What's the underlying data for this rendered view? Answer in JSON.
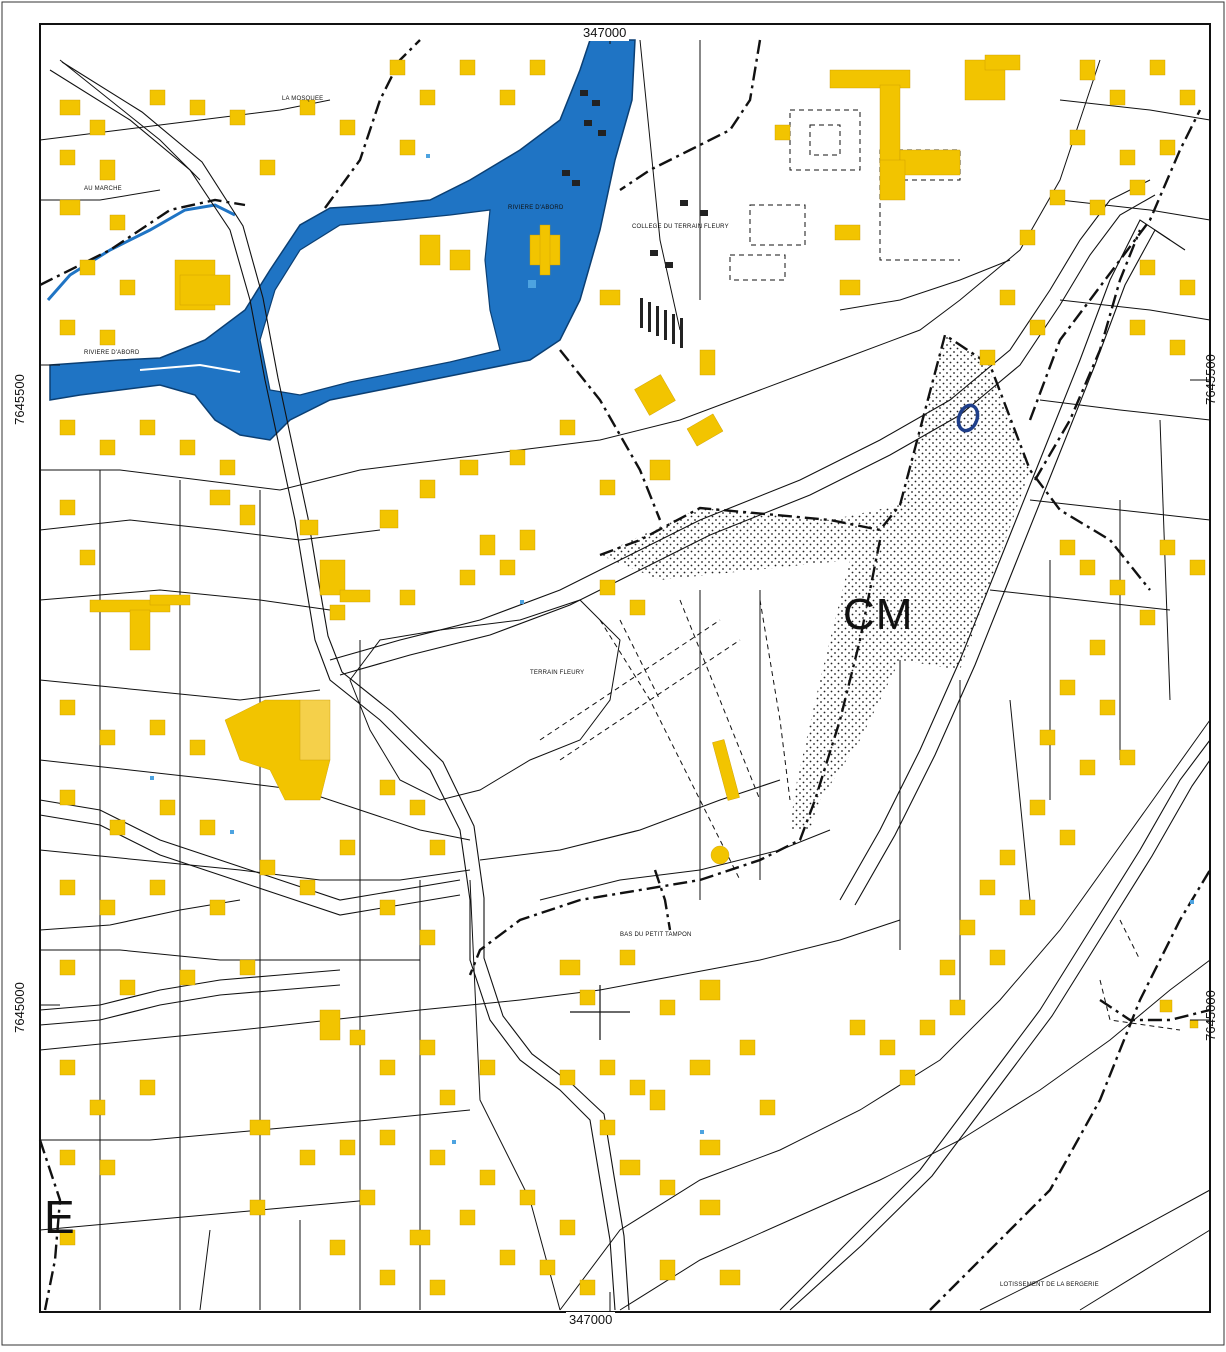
{
  "map": {
    "coordinates": {
      "top_x": "347000",
      "bottom_x": "347000",
      "left_y_upper": "7645500",
      "left_y_lower": "7645000",
      "right_y_upper": "7645500",
      "right_y_lower": "7645000"
    },
    "places": {
      "la_mosquee": "LA MOSQUEE",
      "au_marche": "AU MARCHE",
      "riviere_dabord_upper": "RIVIERE D'ABORD",
      "riviere_dabord_left": "RIVIERE D'ABORD",
      "college": "COLLEGE DU TERRAIN FLEURY",
      "terrain_fleury": "TERRAIN FLEURY",
      "bas_du_petit_tampon": "BAS DU PETIT TAMPON",
      "lotissement": "LOTISSEMENT DE LA BERGERIE"
    },
    "zones": {
      "cm": "CM",
      "edge_label": "E"
    },
    "colors": {
      "buildings": "#f2c400",
      "river": "#1f74c4",
      "zone_hatch": "#222222",
      "lines": "#111111"
    }
  }
}
